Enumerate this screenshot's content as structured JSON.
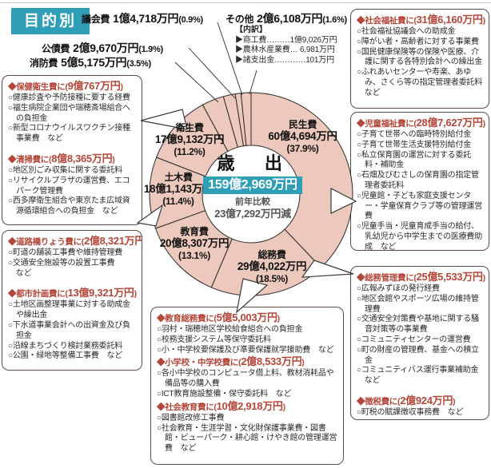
{
  "header": {
    "badge": "目的別"
  },
  "colors": {
    "accent": "#2f9fb8",
    "red": "#b5473a",
    "salmon": "#ecc9bc",
    "box_border": "#5d4d46",
    "ink": "#222222"
  },
  "top_labels": [
    {
      "name": "議会費",
      "value": "1億4,718万円",
      "pct": "(0.9%)"
    },
    {
      "name": "公債費",
      "value": "2億9,670万円",
      "pct": "(1.9%)"
    },
    {
      "name": "消防費",
      "value": "5億5,175万円",
      "pct": "(3.5%)"
    },
    {
      "name": "その他",
      "value": "2億6,108万円",
      "pct": "(1.6%)"
    }
  ],
  "breakdown": {
    "title": "【内訳】",
    "items": [
      "▶商工費………1億9,026万円",
      "▶農林水産業費… 6,981万円",
      "▶諸支出金…………101万円"
    ]
  },
  "center": {
    "title": "歳　出",
    "total": "159億2,969万円",
    "note1": "前年比較",
    "note2": "23億7,292万円減"
  },
  "chart_data": {
    "type": "pie",
    "title": "歳出（目的別） 159億2,969万円",
    "donut": true,
    "start_at_top_clockwise": true,
    "unit": "万円",
    "total_man_yen": 1592969,
    "slices": [
      {
        "label": "民生費",
        "amount": "60億4,694万円",
        "amount_man_yen": 604694,
        "pct": 37.9,
        "pct_label": "(37.9%)"
      },
      {
        "label": "総務費",
        "amount": "29億4,022万円",
        "amount_man_yen": 294022,
        "pct": 18.5,
        "pct_label": "(18.5%)"
      },
      {
        "label": "教育費",
        "amount": "20億8,307万円",
        "amount_man_yen": 208307,
        "pct": 13.1,
        "pct_label": "(13.1%)"
      },
      {
        "label": "土木費",
        "amount": "18億1,143万円",
        "amount_man_yen": 181143,
        "pct": 11.4,
        "pct_label": "(11.4%)"
      },
      {
        "label": "衛生費",
        "amount": "17億9,132万円",
        "amount_man_yen": 179132,
        "pct": 11.2,
        "pct_label": "(11.2%)"
      },
      {
        "label": "消防費",
        "amount": "5億5,175万円",
        "amount_man_yen": 55175,
        "pct": 3.5,
        "pct_label": "(3.5%)"
      },
      {
        "label": "公債費",
        "amount": "2億9,670万円",
        "amount_man_yen": 29670,
        "pct": 1.9,
        "pct_label": "(1.9%)"
      },
      {
        "label": "議会費",
        "amount": "1億4,718万円",
        "amount_man_yen": 14718,
        "pct": 0.9,
        "pct_label": "(0.9%)"
      },
      {
        "label": "その他",
        "amount": "2億6,108万円",
        "amount_man_yen": 26108,
        "pct": 1.6,
        "pct_label": "(1.6%)"
      }
    ]
  },
  "detail_boxes": {
    "left_top": {
      "sections": [
        {
          "head": "◆保健衛生費に(",
          "amount": "9億767万円",
          "suffix": ")",
          "items": [
            "○健康診査や予防接種に要する経費",
            "○福生病院企業団や瑞穂斎場組合への負担金",
            "○新型コロナウイルスワクチン接種事業費　など"
          ]
        },
        {
          "head": "◆清掃費に(",
          "amount": "8億8,365万円",
          "suffix": ")",
          "items": [
            "○地区別ごみ収集に関する委託料",
            "○リサイクルプラザの運営費、エコパーク管理費",
            "○西多摩衛生組合や東京たま広域資源循環組合への負担金　など"
          ]
        }
      ]
    },
    "left_bottom": {
      "sections": [
        {
          "head": "◆道路橋りょう費に(",
          "amount": "2億8,321万円",
          "suffix": ")",
          "items": [
            "○町道の舗装工事費や維持管理費",
            "○交通安全施設等の設置工事費",
            "　など"
          ]
        },
        {
          "head": "◆都市計画費に(",
          "amount": "13億9,321万円",
          "suffix": ")",
          "items": [
            "○土地区画整理事業に対する助成金や繰出金",
            "○下水道事業会計への出資金及び負担金",
            "○沿線まちづくり検討業務委託料",
            "○公園・緑地等整備工事費　など"
          ]
        }
      ]
    },
    "right_1": {
      "sections": [
        {
          "head": "◆社会福祉費に(",
          "amount": "31億6,160万円",
          "suffix": ")",
          "items": [
            "○社会福祉協議会への助成金",
            "○障がい者・高齢者に対する事業費",
            "○国民健康保険等の保険や医療、介護に関する各特別会計への繰出金",
            "○ふれあいセンターや寿楽、あゆみ、さくら等の指定管理者委託料",
            "　など"
          ]
        }
      ]
    },
    "right_2": {
      "sections": [
        {
          "head": "◆児童福祉費に(",
          "amount": "28億7,627万円",
          "suffix": ")",
          "items": [
            "○子育て世帯への臨時特別給付金",
            "○子育て世帯生活支援特別給付金",
            "○私立保育園の運営に対する委託料・補助金",
            "○石畑及びむさしの保育園の指定管理者委託料",
            "○児童館・子ども家庭支援センター・学童保育クラブ等の管理運営費",
            "○児童手当・児童育成手当の給付、乳幼児から中学生までの医療費助成　など"
          ]
        }
      ]
    },
    "right_3": {
      "sections": [
        {
          "head": "◆総務管理費に(",
          "amount": "25億5,533万円",
          "suffix": ")",
          "items": [
            "○広報みずほの発行経費",
            "○地区会館やスポーツ広場の維持管理費",
            "○交通安全対策費や基地に関する騒音対策等の事業費",
            "○コミュニティセンターの運営費",
            "○町の財産の管理費、基金への積立金",
            "○コミュニティバス運行事業補助金",
            "　など"
          ]
        },
        {
          "head": "◆徴税費に(",
          "amount": "2億924万円",
          "suffix": ")",
          "items": [
            "○町税の賦課徴収事務費　など"
          ]
        }
      ]
    },
    "bottom": {
      "sections": [
        {
          "head": "◆教育総務費に(",
          "amount": "5億5,003万円",
          "suffix": ")",
          "items": [
            "○羽村・瑞穂地区学校給食組合への負担金",
            "○校務支援システム等保守委託料",
            "○小・中学校要保護及び準要保護就学援助費　など"
          ]
        },
        {
          "head": "◆小学校・中学校費に(",
          "amount": "2億8,533万円",
          "suffix": ")",
          "items": [
            "○各小中学校のコンピュータ借上料、教材消耗品や備品等の購入費",
            "○ICT教育施設整備・保守委託料　など"
          ]
        },
        {
          "head": "◆社会教育費に(",
          "amount": "10億2,918万円",
          "suffix": ")",
          "items": [
            "○図書館改修工事費",
            "○社会教育・生涯学習・文化財保護事業費・図書館・ビューパーク・耕心館・けやき館の管理運営費　など"
          ]
        }
      ]
    }
  }
}
